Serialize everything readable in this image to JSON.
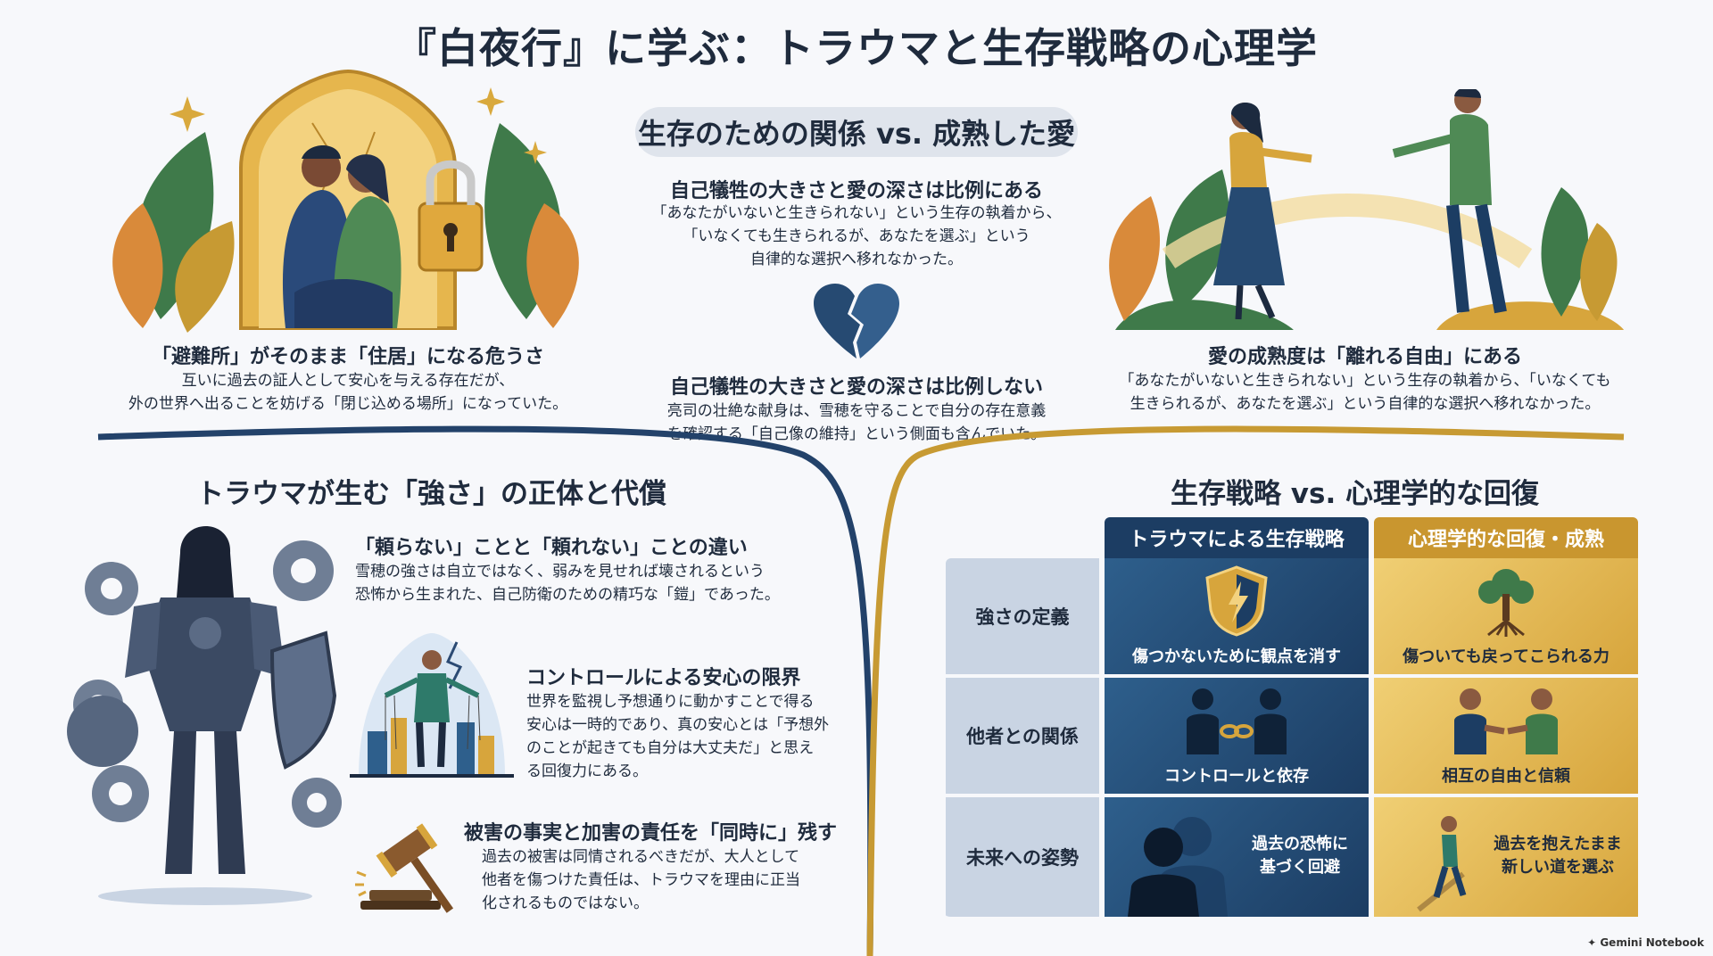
{
  "title": "『白夜行』に学ぶ：トラウマと生存戦略の心理学",
  "center": {
    "pill": "生存のための関係 vs. 成熟した愛",
    "proportional_heading": "自己犠牲の大きさと愛の深さは比例にある",
    "proportional_text": [
      "「あなたがいないと生きられない」という生存の執着から、",
      "「いなくても生きられるが、あなたを選ぶ」という",
      "自律的な選択へ移れなかった。"
    ],
    "not_proportional_heading": "自己犠牲の大きさと愛の深さは比例しない",
    "not_proportional_text": [
      "亮司の壮絶な献身は、雪穂を守ることで自分の存在意義",
      "を確認する「自己像の維持」という側面も含んでいた。"
    ]
  },
  "left_top": {
    "heading": "「避難所」がそのまま「住居」になる危うさ",
    "text": [
      "互いに過去の証人として安心を与える存在だが、",
      "外の世界へ出ることを妨げる「閉じ込める場所」になっていた。"
    ]
  },
  "right_top": {
    "heading": "愛の成熟度は「離れる自由」にある",
    "text": [
      "「あなたがいないと生きられない」という生存の執着から、「いなくても",
      "生きられるが、あなたを選ぶ」という自律的な選択へ移れなかった。"
    ]
  },
  "left_section": {
    "heading": "トラウマが生む「強さ」の正体と代償",
    "item1_heading": "「頼らない」ことと「頼れない」ことの違い",
    "item1_text": [
      "雪穂の強さは自立ではなく、弱みを見せれば壊されるという",
      "恐怖から生まれた、自己防衛のための精巧な「鎧」であった。"
    ],
    "item2_heading": "コントロールによる安心の限界",
    "item2_text": [
      "世界を監視し予想通りに動かすことで得る",
      "安心は一時的であり、真の安心とは「予想外",
      "のことが起きても自分は大丈夫だ」と思え",
      "る回復力にある。"
    ],
    "item3_heading": "被害の事実と加害の責任を「同時に」残す",
    "item3_text": [
      "過去の被害は同情されるべきだが、大人として",
      "他者を傷つけた責任は、トラウマを理由に正当",
      "化されるものではない。"
    ]
  },
  "right_section": {
    "heading": "生存戦略 vs. 心理学的な回復",
    "col_blue": "トラウマによる生存戦略",
    "col_gold": "心理学的な回復・成熟",
    "rows": [
      {
        "label": "強さの定義",
        "blue": "傷つかないために観点を消す",
        "gold": "傷ついても戻ってこられる力"
      },
      {
        "label": "他者との関係",
        "blue": "コントロールと依存",
        "gold": "相互の自由と信頼"
      },
      {
        "label": "未来への姿勢",
        "blue": "過去の恐怖に基づく回避",
        "gold": "過去を抱えたまま新しい道を選ぶ"
      }
    ],
    "row3_blue_lines": [
      "過去の恐怖に",
      "基づく回避"
    ],
    "row3_gold_lines": [
      "過去を抱えたまま",
      "新しい道を選ぶ"
    ]
  },
  "watermark": "Gemini Notebook",
  "colors": {
    "navy": "#1c3d63",
    "blue": "#2e5f8c",
    "gold": "#d7a53c",
    "green": "#4f8a55",
    "text": "#1f2b3d"
  }
}
